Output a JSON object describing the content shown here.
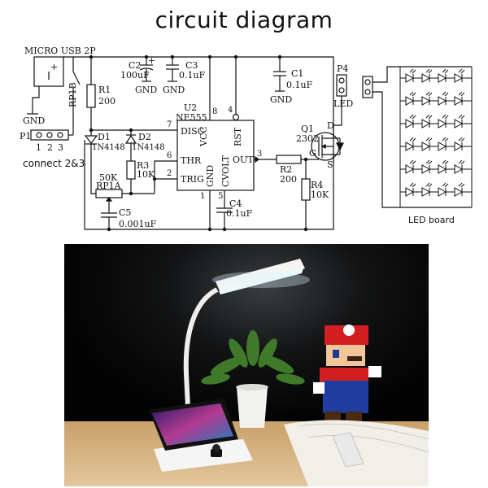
{
  "title": "circuit diagram",
  "schematic": {
    "usb": "MICRO USB 2P",
    "usb_plus": "+",
    "rp1b": "RP1B",
    "gnd": "GND",
    "p1": "P1",
    "p1_pins": [
      "1",
      "2",
      "3"
    ],
    "connect": "connect 2&3",
    "r1": "R1",
    "r1_val": "200",
    "c2": "C2",
    "c2_plus": "+",
    "c2_val": "100uF",
    "c3": "C3",
    "c3_val": "0.1uF",
    "c1": "C1",
    "c1_val": "0.1uF",
    "u2": "U2",
    "u2_val": "NE555",
    "pin8": "8",
    "pin4": "4",
    "pin7": "7",
    "pin6": "6",
    "pin2": "2",
    "pin3": "3",
    "pin1": "1",
    "pin5": "5",
    "disc": "DISC",
    "vcc": "VCC",
    "rst": "RST",
    "thr": "THR",
    "trig": "TRIG",
    "out": "OUT",
    "ic_gnd": "GND",
    "cvolt": "CVOLT",
    "d1": "D1",
    "d1_val": "1N4148",
    "d2": "D2",
    "d2_val": "1N4148",
    "r3": "R3",
    "r3_val": "10K",
    "rp1a_val": "50K",
    "rp1a": "RP1A",
    "c5": "C5",
    "c5_val": "0.001uF",
    "c4": "C4",
    "c4_val": "0.1uF",
    "r2": "R2",
    "r2_val": "200",
    "r4": "R4",
    "r4_val": "10K",
    "q1": "Q1",
    "q1_val": "2302",
    "q_d": "D",
    "q_g": "G",
    "q_s": "S",
    "p4": "P4",
    "led": "LED",
    "led_board": "LED board"
  },
  "colors": {
    "ink": "#111111",
    "led_glow": "#e8f6ff",
    "wall": "#050505",
    "table": "#d9b98a"
  }
}
